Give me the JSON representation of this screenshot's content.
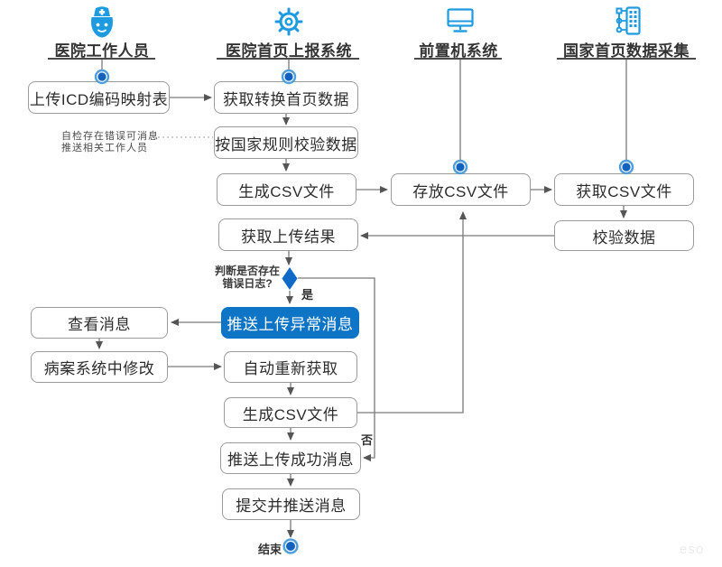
{
  "lanes": [
    {
      "label": "医院工作人员",
      "icon": "nurse-icon"
    },
    {
      "label": "医院首页上报系统",
      "icon": "gear-icon"
    },
    {
      "label": "前置机系统",
      "icon": "monitor-icon"
    },
    {
      "label": "国家首页数据采集",
      "icon": "data-collect-icon"
    }
  ],
  "nodes": {
    "upload_icd": "上传ICD编码映射表",
    "fetch_convert": "获取转换首页数据",
    "validate_rules": "按国家规则校验数据",
    "gen_csv_1": "生成CSV文件",
    "store_csv": "存放CSV文件",
    "get_csv": "获取CSV文件",
    "check_data": "校验数据",
    "get_result": "获取上传结果",
    "push_error": "推送上传异常消息",
    "view_msg": "查看消息",
    "fix_case": "病案系统中修改",
    "auto_refetch": "自动重新获取",
    "gen_csv_2": "生成CSV文件",
    "push_success": "推送上传成功消息",
    "submit_push": "提交并推送消息"
  },
  "labels": {
    "note_line1": "自检存在错误可消息",
    "note_line2": "推送相关工作人员",
    "decision_line1": "判断是否存在",
    "decision_line2": "错误日志?",
    "yes": "是",
    "no": "否",
    "end": "结束",
    "watermark": "eso"
  },
  "colors": {
    "icon_blue": "#1E9BE0",
    "highlight_node": "#0D74C6",
    "connector_core": "#1062BE",
    "connector_ring": "#4E9EDD",
    "diamond": "#1068C7"
  }
}
